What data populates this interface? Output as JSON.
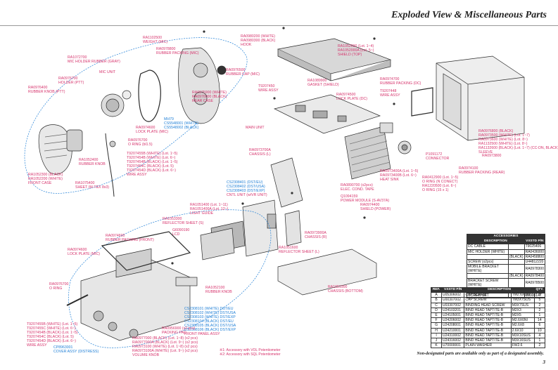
{
  "page": {
    "title": "Exploded View & Miscellaneous Parts",
    "footnote": "Non-designated parts are available only as part of a designated assembly.",
    "page_number": "3",
    "notes": [
      "※1: Accessory with VOL Potentiometer",
      "※2: Accessory with SQL Potentiometer"
    ]
  },
  "labels": [
    {
      "id": "l1",
      "t": "RA0978800",
      "c": "p"
    },
    {
      "id": "l2",
      "t": "RUBBER PACKING (MIC)",
      "c": "p"
    },
    {
      "id": "l3",
      "t": "RA1102500",
      "c": "p"
    },
    {
      "id": "l4",
      "t": "WEIGHT (MIC)",
      "c": "p"
    },
    {
      "id": "l5",
      "t": "RA0980200 (WHITE)",
      "c": "p"
    },
    {
      "id": "l6",
      "t": "RA0980300 (BLACK)",
      "c": "p"
    },
    {
      "id": "l7",
      "t": "HOOK",
      "c": "p"
    },
    {
      "id": "l8",
      "t": "RA1072700",
      "c": "p"
    },
    {
      "id": "l9",
      "t": "MIC HOLDER RUBBER (GRAY)",
      "c": "p"
    },
    {
      "id": "l10",
      "t": "RA0976700",
      "c": "p"
    },
    {
      "id": "l11",
      "t": "HOLDER (PTT)",
      "c": "p"
    },
    {
      "id": "l12",
      "t": "MIC UNIT",
      "c": "p"
    },
    {
      "id": "l13",
      "t": "RA0976400",
      "c": "p"
    },
    {
      "id": "l14",
      "t": "RUBBER KNOB (PTT)",
      "c": "p"
    },
    {
      "id": "l15",
      "t": "RA0976500",
      "c": "p"
    },
    {
      "id": "l16",
      "t": "RUBBER CAP (MIC)",
      "c": "p"
    },
    {
      "id": "l17",
      "t": "RA0975900 (WHITE)",
      "c": "p"
    },
    {
      "id": "l18",
      "t": "RA0976000 (BLACK)",
      "c": "p"
    },
    {
      "id": "l19",
      "t": "REAR CASE",
      "c": "p"
    },
    {
      "id": "l20",
      "t": "MH79",
      "c": "b"
    },
    {
      "id": "l21",
      "t": "CS5548001 (WHITE)",
      "c": "b"
    },
    {
      "id": "l22",
      "t": "CS5548002 (BLACK)",
      "c": "b"
    },
    {
      "id": "l23",
      "t": "RA0974600",
      "c": "p"
    },
    {
      "id": "l24",
      "t": "LOCK PLATE (MIC)",
      "c": "p"
    },
    {
      "id": "l25",
      "t": "RA0976700",
      "c": "p"
    },
    {
      "id": "l26",
      "t": "O RING (bl1.5)",
      "c": "p"
    },
    {
      "id": "l27",
      "t": "RA1052400",
      "c": "p"
    },
    {
      "id": "l28",
      "t": "RUBBER KNOB",
      "c": "p"
    },
    {
      "id": "l29",
      "t": "T9207455B (WHITE) (Lot. 1~5)",
      "c": "p"
    },
    {
      "id": "l30",
      "t": "T9207454B (WHITE) (Lot. 6~)",
      "c": "p"
    },
    {
      "id": "l31",
      "t": "T9207454B (BLACK) (Lot. 1~5)",
      "c": "p"
    },
    {
      "id": "l32",
      "t": "T9207454C (BLACK) (Lot. 5)",
      "c": "p"
    },
    {
      "id": "l33",
      "t": "T9207454D (BLACK) (Lot. 6~)",
      "c": "p"
    },
    {
      "id": "l34",
      "t": "WIRE ASSY",
      "c": "p"
    },
    {
      "id": "l35",
      "t": "RA1052300 (BLACK)",
      "c": "p"
    },
    {
      "id": "l36",
      "t": "RA1052200 (WHITE)",
      "c": "p"
    },
    {
      "id": "l37",
      "t": "FRONT CASE",
      "c": "p"
    },
    {
      "id": "l38",
      "t": "RA1075400",
      "c": "p"
    },
    {
      "id": "l39",
      "t": "SHEET (M-TEX 8x3)",
      "c": "p"
    },
    {
      "id": "l40",
      "t": "RA1052000 (Lot. 1~4)",
      "c": "p"
    },
    {
      "id": "l41",
      "t": "RA1052000A (Lot. 5~)",
      "c": "p"
    },
    {
      "id": "l42",
      "t": "SHIELD (TOP)",
      "c": "p"
    },
    {
      "id": "l43",
      "t": "T9207450",
      "c": "p"
    },
    {
      "id": "l44",
      "t": "WIRE ASSY",
      "c": "p"
    },
    {
      "id": "l45",
      "t": "RA1089900",
      "c": "p"
    },
    {
      "id": "l46",
      "t": "GASKET (SHIELD)",
      "c": "p"
    },
    {
      "id": "l47",
      "t": "RA0974500",
      "c": "p"
    },
    {
      "id": "l48",
      "t": "LOCK PLATE (DC)",
      "c": "p"
    },
    {
      "id": "l49",
      "t": "RA0974700",
      "c": "p"
    },
    {
      "id": "l50",
      "t": "RUBBER PACKING (DC)",
      "c": "p"
    },
    {
      "id": "l51",
      "t": "T9207448",
      "c": "p"
    },
    {
      "id": "l52",
      "t": "WIRE ASSY",
      "c": "p"
    },
    {
      "id": "l53",
      "t": "MAIN UNIT",
      "c": "p"
    },
    {
      "id": "l54",
      "t": "RA0973700A",
      "c": "p"
    },
    {
      "id": "l55",
      "t": "CHASSIS (L)",
      "c": "p"
    },
    {
      "id": "l56",
      "t": "RA0976800 (BLACK)",
      "c": "p"
    },
    {
      "id": "l57",
      "t": "RA0973500 (WHITE) (Lot. 1~7)",
      "c": "p"
    },
    {
      "id": "l58",
      "t": "RA0973600 (WHITE) (Lot. 8~)",
      "c": "p"
    },
    {
      "id": "l59",
      "t": "RA1132500 (WHITE) (Lot. 8~)",
      "c": "p"
    },
    {
      "id": "l60",
      "t": "RA1132600 (BLACK) (Lot. 1~7) (CC-DN, BLACK) (Lot. 3~)",
      "c": "p"
    },
    {
      "id": "l61",
      "t": "SLEEVE",
      "c": "p"
    },
    {
      "id": "l62",
      "t": "RA0973800",
      "c": "p"
    },
    {
      "id": "l63",
      "t": "RA0974100",
      "c": "p"
    },
    {
      "id": "l64",
      "t": "RUBBER PACKING (REAR)",
      "c": "p"
    },
    {
      "id": "l65",
      "t": "P1091172",
      "c": "p"
    },
    {
      "id": "l66",
      "t": "CONNECTOR",
      "c": "p"
    },
    {
      "id": "l67",
      "t": "RA0973400A (Lot. 1~5)",
      "c": "p"
    },
    {
      "id": "l68",
      "t": "RA0973400B (Lot. 6~)",
      "c": "p"
    },
    {
      "id": "l69",
      "t": "HEAT SINK",
      "c": "p"
    },
    {
      "id": "l70",
      "t": "RA0890700 (x2pcs)",
      "c": "p"
    },
    {
      "id": "l71",
      "t": "ELEC. COND. TAPE",
      "c": "p"
    },
    {
      "id": "l72",
      "t": "RA0412900 (Lot. 1~5)",
      "c": "p"
    },
    {
      "id": "l73",
      "t": "O RING (N CONECT)",
      "c": "p"
    },
    {
      "id": "l74",
      "t": "RA1220500 (Lot. 6~)",
      "c": "p"
    },
    {
      "id": "l75",
      "t": "O RING (15 x 1)",
      "c": "p"
    },
    {
      "id": "l76",
      "t": "Q1094159",
      "c": "p"
    },
    {
      "id": "l77",
      "t": "POWER MODULE (S-AV37A)",
      "c": "p"
    },
    {
      "id": "l78",
      "t": "RA0974400",
      "c": "p"
    },
    {
      "id": "l79",
      "t": "SHIELD (POWER)",
      "c": "p"
    },
    {
      "id": "l80",
      "t": "CS2308401 (DST/EU)",
      "c": "b"
    },
    {
      "id": "l81",
      "t": "CS2308402 (DST/USA)",
      "c": "b"
    },
    {
      "id": "l82",
      "t": "CS2308403 (DST/EXP)",
      "c": "b"
    },
    {
      "id": "l83",
      "t": "CNTL UNIT (w/VR UNIT)",
      "c": "p"
    },
    {
      "id": "l84",
      "t": "RA1051400 (Lot. 1~11)",
      "c": "p"
    },
    {
      "id": "l85",
      "t": "RA1051400A (Lot. 12~)",
      "c": "p"
    },
    {
      "id": "l86",
      "t": "LIGHT GUIDE",
      "c": "p"
    },
    {
      "id": "l87",
      "t": "RA1053300",
      "c": "p"
    },
    {
      "id": "l88",
      "t": "REFLECTOR SHEET (S)",
      "c": "p"
    },
    {
      "id": "l89",
      "t": "G6090190",
      "c": "p"
    },
    {
      "id": "l90",
      "t": "LCD",
      "c": "p"
    },
    {
      "id": "l91",
      "t": "RA0973900A",
      "c": "p"
    },
    {
      "id": "l92",
      "t": "CHASSIS (R)",
      "c": "p"
    },
    {
      "id": "l93",
      "t": "RA1051600",
      "c": "p"
    },
    {
      "id": "l94",
      "t": "REFLECTOR SHEET (L)",
      "c": "p"
    },
    {
      "id": "l95",
      "t": "RA0974600",
      "c": "p"
    },
    {
      "id": "l96",
      "t": "RUBBER PACKING (FRONT)",
      "c": "p"
    },
    {
      "id": "l97",
      "t": "RA0974600",
      "c": "p"
    },
    {
      "id": "l98",
      "t": "LOCK PLATE (MIC)",
      "c": "p"
    },
    {
      "id": "l99",
      "t": "RA0976700",
      "c": "p"
    },
    {
      "id": "l100",
      "t": "O RING",
      "c": "p"
    },
    {
      "id": "l101",
      "t": "RA1052100",
      "c": "p"
    },
    {
      "id": "l102",
      "t": "RUBBER KNOB",
      "c": "p"
    },
    {
      "id": "l103",
      "t": "RA1051900",
      "c": "p"
    },
    {
      "id": "l104",
      "t": "CHASSIS (BOTTOM)",
      "c": "p"
    },
    {
      "id": "l105",
      "t": "CS2308101 (WHITE) DST/EU",
      "c": "b"
    },
    {
      "id": "l106",
      "t": "CS2308102 (WHITE) DST/USA",
      "c": "b"
    },
    {
      "id": "l107",
      "t": "CS2308103 (WHITE) DST/EXP",
      "c": "b"
    },
    {
      "id": "l108",
      "t": "CS2308104 (BLACK) DST/EU",
      "c": "b"
    },
    {
      "id": "l109",
      "t": "CS2308105 (BLACK) DST/USA",
      "c": "b"
    },
    {
      "id": "l110",
      "t": "CS2308106 (BLACK) DST/EXP",
      "c": "b"
    },
    {
      "id": "l111",
      "t": "FRONT PANEL ASSY",
      "c": "p"
    },
    {
      "id": "l112",
      "t": "RA0956900 (x2 pcs)",
      "c": "p"
    },
    {
      "id": "l113",
      "t": "PACKING PAD",
      "c": "p"
    },
    {
      "id": "l114",
      "t": "RA0977000 (BLACK) (Lot. 1~8) (x2 pcs)",
      "c": "p"
    },
    {
      "id": "l115",
      "t": "RA0977000A (BLACK) (Lot. 9~) (x2 pcs)",
      "c": "p"
    },
    {
      "id": "l116",
      "t": "RA0973100 (WHITE) (Lot. 1~8) (x2 pcs)",
      "c": "p"
    },
    {
      "id": "l117",
      "t": "RA0973100A (WHITE) (Lot. 9~) (x2 pcs)",
      "c": "p"
    },
    {
      "id": "l118",
      "t": "VOLUME KNOB",
      "c": "p"
    },
    {
      "id": "l119",
      "t": "T9207455B (WHITE) (Lot. 1~5)",
      "c": "p"
    },
    {
      "id": "l120",
      "t": "T9207455C (WHITE) (Lot. 6~)",
      "c": "p"
    },
    {
      "id": "l121",
      "t": "T9207454B (BLACK) (Lot. 1~5)",
      "c": "p"
    },
    {
      "id": "l122",
      "t": "T9207454C (BLACK) (Lot. 5)",
      "c": "p"
    },
    {
      "id": "l123",
      "t": "T9207454D (BLACK) (Lot. 6~)",
      "c": "p"
    },
    {
      "id": "l124",
      "t": "WIRE ASSY",
      "c": "p"
    },
    {
      "id": "l125",
      "t": "CP8963001",
      "c": "b"
    },
    {
      "id": "l126",
      "t": "COVER ASSY (DISTRESS)",
      "c": "b"
    }
  ],
  "accessories": {
    "headers": [
      "DESCRIPTION",
      "VXSTD P/N"
    ],
    "caption": "ACCESSORIES",
    "rows": [
      [
        "DC CABLE",
        "",
        "T9025406"
      ],
      [
        "MIC HOLDER (WHITE)",
        "",
        "RA0436000"
      ],
      [
        "",
        "(BLACK)",
        "RA0458800"
      ],
      [
        "SCREW (x2pcs)",
        "",
        "U44812220"
      ],
      [
        "MOBILE BRACKET (WHITE)",
        "",
        "RA0978300"
      ],
      [
        "",
        "(BLACK)",
        "RA0978400"
      ],
      [
        "BRACKET SCREW (WHITE)",
        "",
        "RA0978500"
      ],
      [
        "",
        "(BLACK)",
        "RA0978600"
      ],
      [
        "SCREW SET",
        "",
        "U9900147"
      ]
    ]
  },
  "parts": {
    "headers": [
      "REF.",
      "VXSTD P/N",
      "DESCRIPTION",
      "",
      "QTY."
    ],
    "rows": [
      [
        "A",
        "U05306002",
        "CAP SCREW",
        "TM2.6X6NI",
        "3"
      ],
      [
        "B",
        "U00307002",
        "CAP SCREW",
        "TM3X7SUS",
        "5"
      ],
      [
        "C",
        "U03307002",
        "BINDING HEAD SCREW",
        "M3X7SUS",
        "2"
      ],
      [
        "D",
        "U24103201",
        "BIND HEAD TAPTITE-B",
        "M2X3",
        "2"
      ],
      [
        "E",
        "U24105001",
        "BIND HEAD TAPTITE-B",
        "M2X5",
        "1"
      ],
      [
        "F",
        "U24206002",
        "BIND HEAD TAPTITE-B",
        "M2.6X6NI",
        "14"
      ],
      [
        "G",
        "U24208001",
        "BIND HEAD TAPTITE-B",
        "M2.6X8",
        "6"
      ],
      [
        "H",
        "U24210001",
        "BIND HEAD TAPTITE-B",
        "2.6X10",
        "10"
      ],
      [
        "I",
        "U24310002",
        "BIND HEAD TAPTITE-B",
        "M3X10SUS",
        "4"
      ],
      [
        "J",
        "U24316002",
        "BIND HEAD TAPTITE-B",
        "M3X16SUS",
        "1"
      ],
      [
        "K",
        "U70000001",
        "PLAIN WASHER",
        "FW2.6",
        "2"
      ]
    ]
  }
}
